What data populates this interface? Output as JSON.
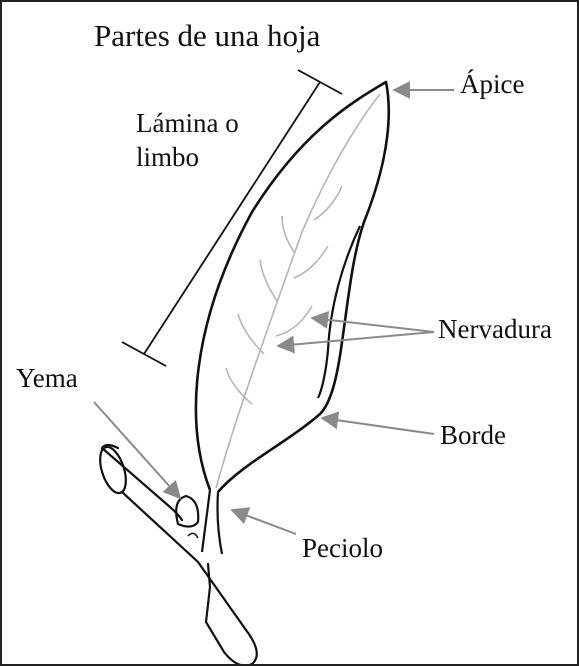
{
  "title": "Partes de una hoja",
  "labels": {
    "apice": "Ápice",
    "lamina_line1": "Lámina o",
    "lamina_line2": "limbo",
    "nervadura": "Nervadura",
    "yema": "Yema",
    "borde": "Borde",
    "peciolo": "Peciolo"
  },
  "colors": {
    "ink": "#111111",
    "arrow": "#8a8a8a",
    "vein": "#b5b5b5"
  }
}
